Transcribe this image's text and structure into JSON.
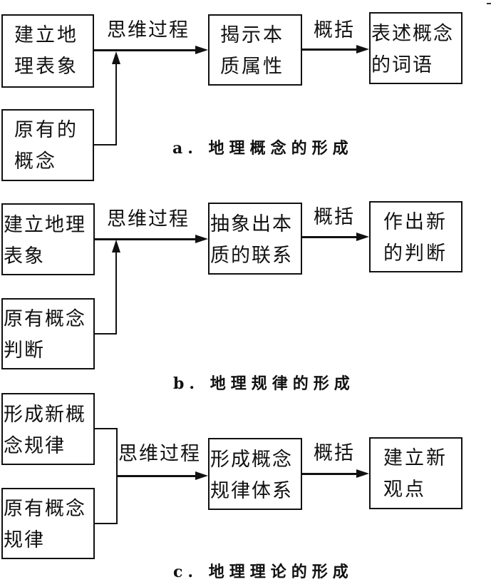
{
  "diagram_a": {
    "caption": "a. 地理概念的形成",
    "input_top": [
      "建立地",
      "理表象"
    ],
    "input_bottom": [
      "原有的",
      "概念"
    ],
    "edge1_label": "思维过程",
    "middle": [
      "揭示本",
      "质属性"
    ],
    "edge2_label": "概括",
    "output": [
      "表述概念",
      "的词语"
    ]
  },
  "diagram_b": {
    "caption": "b. 地理规律的形成",
    "input_top": [
      "建立地理",
      "表象"
    ],
    "input_bottom": [
      "原有概念",
      "判断"
    ],
    "edge1_label": "思维过程",
    "middle": [
      "抽象出本",
      "质的联系"
    ],
    "edge2_label": "概括",
    "output": [
      "作出新",
      "的判断"
    ]
  },
  "diagram_c": {
    "caption": "c. 地理理论的形成",
    "input_top": [
      "形成新概",
      "念规律"
    ],
    "input_bottom": [
      "原有概念",
      "规律"
    ],
    "edge1_label": "思维过程",
    "middle": [
      "形成概念",
      "规律体系"
    ],
    "edge2_label": "概括",
    "output": [
      "建立新",
      "观点"
    ]
  }
}
